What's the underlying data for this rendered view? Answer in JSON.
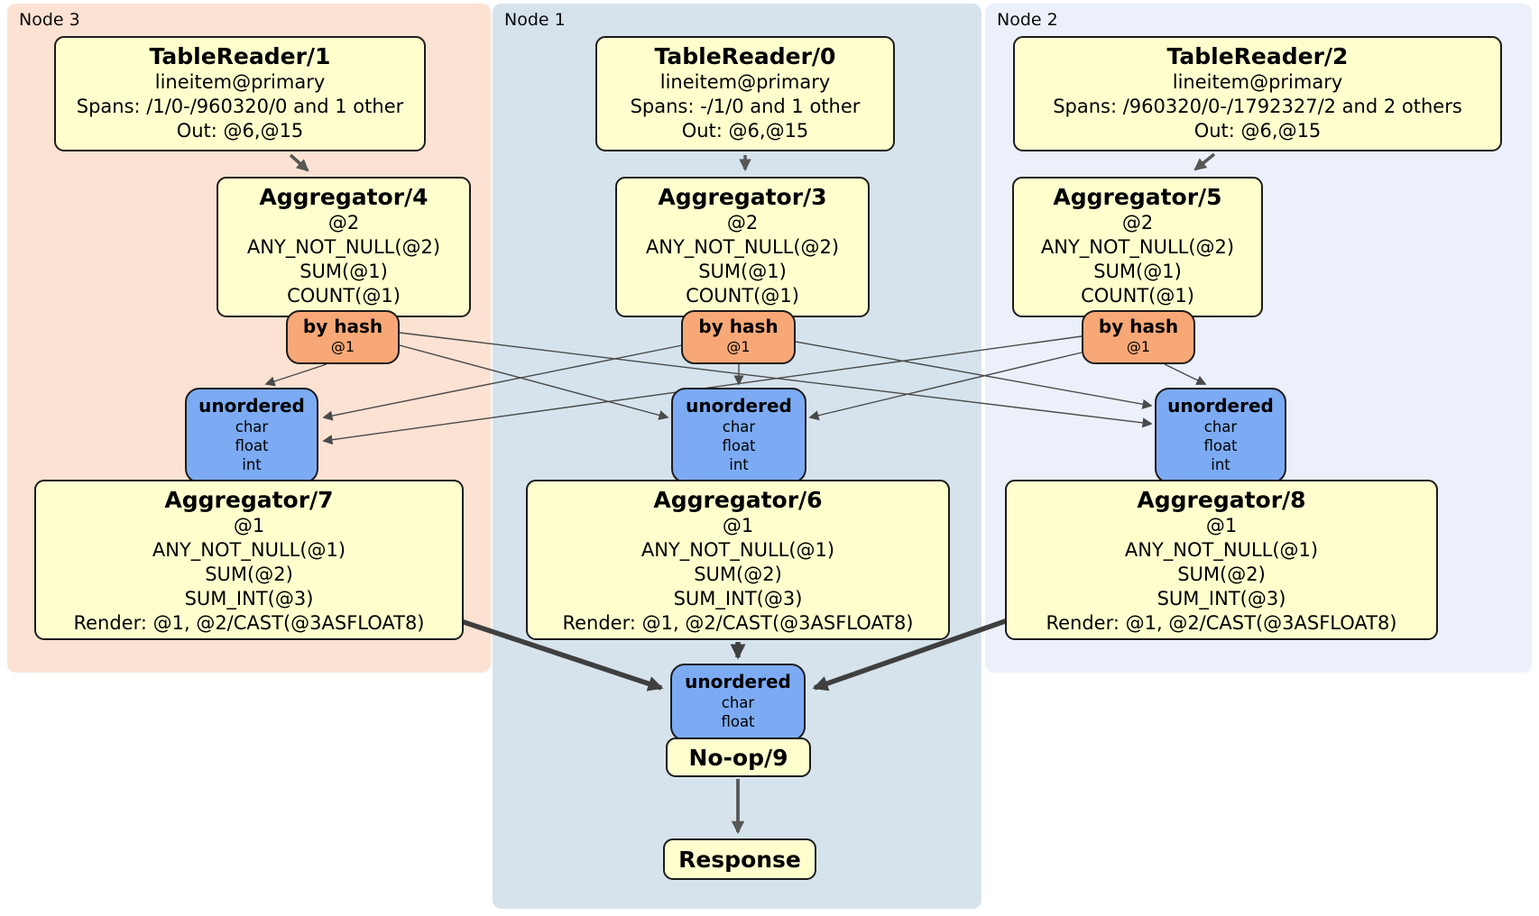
{
  "regions": {
    "node3": {
      "label": "Node 3",
      "color": "#FCE2D2"
    },
    "node1": {
      "label": "Node 1",
      "color": "#D6E3EC"
    },
    "node2": {
      "label": "Node 2",
      "color": "#EBF0FA"
    }
  },
  "processors": {
    "tablereader1": {
      "title": "TableReader/1",
      "lines": [
        "lineitem@primary",
        "Spans: /1/0-/960320/0 and 1 other",
        "Out: @6,@15"
      ]
    },
    "tablereader0": {
      "title": "TableReader/0",
      "lines": [
        "lineitem@primary",
        "Spans: -/1/0 and 1 other",
        "Out: @6,@15"
      ]
    },
    "tablereader2": {
      "title": "TableReader/2",
      "lines": [
        "lineitem@primary",
        "Spans: /960320/0-/1792327/2 and 2 others",
        "Out: @6,@15"
      ]
    },
    "aggregator4": {
      "title": "Aggregator/4",
      "lines": [
        "@2",
        "ANY_NOT_NULL(@2)",
        "SUM(@1)",
        "COUNT(@1)"
      ]
    },
    "aggregator3": {
      "title": "Aggregator/3",
      "lines": [
        "@2",
        "ANY_NOT_NULL(@2)",
        "SUM(@1)",
        "COUNT(@1)"
      ]
    },
    "aggregator5": {
      "title": "Aggregator/5",
      "lines": [
        "@2",
        "ANY_NOT_NULL(@2)",
        "SUM(@1)",
        "COUNT(@1)"
      ]
    },
    "aggregator7": {
      "title": "Aggregator/7",
      "lines": [
        "@1",
        "ANY_NOT_NULL(@1)",
        "SUM(@2)",
        "SUM_INT(@3)",
        "Render: @1, @2/CAST(@3ASFLOAT8)"
      ]
    },
    "aggregator6": {
      "title": "Aggregator/6",
      "lines": [
        "@1",
        "ANY_NOT_NULL(@1)",
        "SUM(@2)",
        "SUM_INT(@3)",
        "Render: @1, @2/CAST(@3ASFLOAT8)"
      ]
    },
    "aggregator8": {
      "title": "Aggregator/8",
      "lines": [
        "@1",
        "ANY_NOT_NULL(@1)",
        "SUM(@2)",
        "SUM_INT(@3)",
        "Render: @1, @2/CAST(@3ASFLOAT8)"
      ]
    },
    "noop9": {
      "title": "No-op/9"
    },
    "response": {
      "title": "Response"
    }
  },
  "routers": {
    "byhash3": {
      "title": "by hash",
      "detail": "@1"
    },
    "byhash1": {
      "title": "by hash",
      "detail": "@1"
    },
    "byhash2": {
      "title": "by hash",
      "detail": "@1"
    }
  },
  "syncs": {
    "unordered3": {
      "title": "unordered",
      "columns": [
        "char",
        "float",
        "int"
      ]
    },
    "unordered1": {
      "title": "unordered",
      "columns": [
        "char",
        "float",
        "int"
      ]
    },
    "unordered2": {
      "title": "unordered",
      "columns": [
        "char",
        "float",
        "int"
      ]
    },
    "unorderedFinal": {
      "title": "unordered",
      "columns": [
        "char",
        "float"
      ]
    }
  },
  "colors": {
    "processor_fill": "#FFFFCE",
    "router_fill": "#F8A877",
    "sync_fill": "#7CABF4",
    "node3_bg": "#FCE2D2",
    "node1_bg": "#D6E3EC",
    "node2_bg": "#EBF0FA",
    "edge": "#4a4a4a",
    "border": "#1c1c1c"
  }
}
